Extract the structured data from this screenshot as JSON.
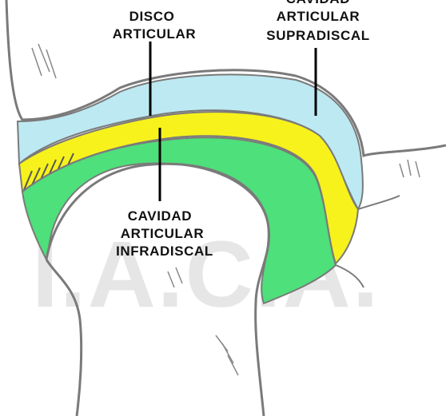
{
  "watermark": "I.A.C.A.",
  "labels": {
    "disc_line1": "DISCO",
    "disc_line2": "ARTICULAR",
    "supra_line1": "CAVIDAD",
    "supra_line2": "ARTICULAR",
    "supra_line3": "SUPRADISCAL",
    "infra_line1": "CAVIDAD",
    "infra_line2": "ARTICULAR",
    "infra_line3": "INFRADISCAL"
  },
  "colors": {
    "supradiscal_cavity": "#bde9f2",
    "articular_disc": "#f7f21c",
    "infradiscal_cavity": "#4ee07a",
    "bone_outline": "#7a7a7a",
    "label_text": "#111111",
    "leader_line": "#000000",
    "watermark": "#e6e6e6"
  }
}
